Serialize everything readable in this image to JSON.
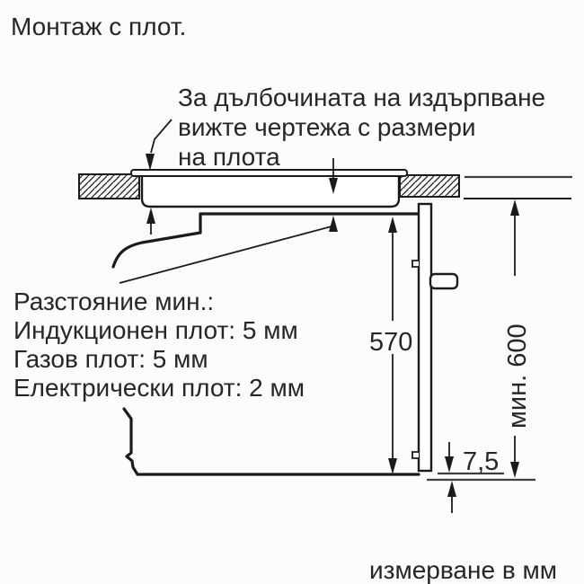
{
  "title": "Монтаж с плот.",
  "callout": {
    "lines": [
      "За дълбочината на издърпване",
      "вижте чертежа с размери",
      "на плота"
    ]
  },
  "clearance_note": {
    "lines": [
      "Разстояние мин.:",
      "Индукционен плот: 5 мм",
      "Газов плот: 5 мм",
      "Електрически плот: 2 мм"
    ]
  },
  "dimensions": {
    "oven_height_mm": "570",
    "min_niche_height": "мин. 600",
    "bottom_clearance_mm": "7,5"
  },
  "footer_note": "измерване в мм",
  "colors": {
    "line": "#1b1b1b",
    "secondary_line": "#3f3f3f",
    "text": "#262626",
    "background": "#fcfcfc"
  }
}
